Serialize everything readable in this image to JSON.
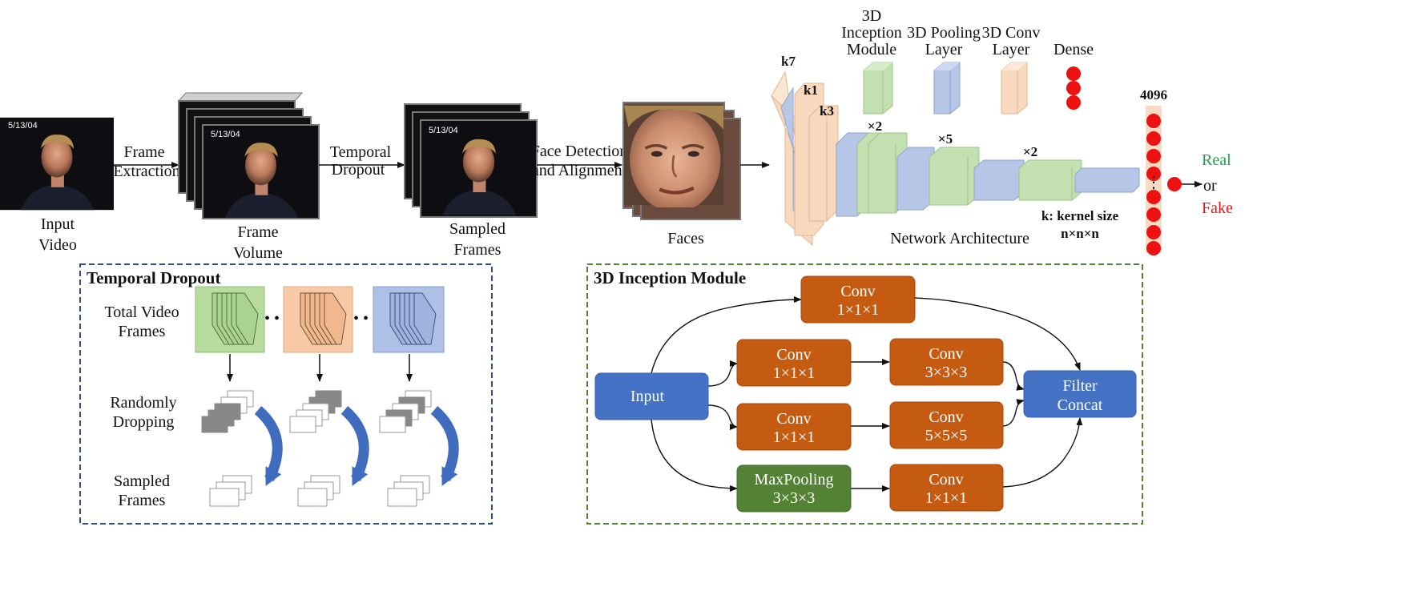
{
  "pipeline": {
    "input_video": [
      "Input",
      "Video"
    ],
    "frame_extraction": [
      "Frame",
      "Extraction"
    ],
    "frame_volume": [
      "Frame",
      "Volume"
    ],
    "temporal_dropout_step": [
      "Temporal",
      "Dropout"
    ],
    "sampled_frames": [
      "Sampled",
      "Frames"
    ],
    "face_detection": [
      "Face Detection",
      "and Alignment"
    ],
    "faces": "Faces",
    "timestamp": "5/13/04"
  },
  "network": {
    "title": "Network Architecture",
    "legend": {
      "inception": [
        "3D",
        "Inception",
        "Module"
      ],
      "pooling": [
        "3D Pooling",
        "Layer"
      ],
      "conv": [
        "3D Conv",
        "Layer"
      ],
      "dense": "Dense"
    },
    "kernels": [
      "k7",
      "k1",
      "k3"
    ],
    "repeats": [
      "×2",
      "×5",
      "×2"
    ],
    "kernel_note": [
      "k: kernel size",
      "n×n×n"
    ],
    "dense_size": "4096",
    "dense_ellipsis": "⋮",
    "output": {
      "real": "Real",
      "or": "or",
      "fake": "Fake"
    },
    "colors": {
      "conv": "#f8d9bd",
      "pool": "#b5c6e6",
      "inception": "#c3e0b0",
      "dense": "#ee1111",
      "real": "#1aa34a",
      "fake": "#ee1111"
    }
  },
  "temporal_dropout": {
    "title": "Temporal Dropout",
    "rows": [
      [
        "Total Video",
        "Frames"
      ],
      [
        "Randomly",
        "Dropping"
      ],
      [
        "Sampled",
        "Frames"
      ]
    ],
    "dots": "• • •",
    "colors": {
      "green": "#b8dba0",
      "orange": "#f7c9a6",
      "blue": "#aec0e6",
      "border": "#2f4f8f"
    }
  },
  "inception_module": {
    "title": "3D Inception Module",
    "input": "Input",
    "concat": [
      "Filter",
      "Concat"
    ],
    "boxes": [
      {
        "id": "top",
        "lines": [
          "Conv",
          "1×1×1"
        ]
      },
      {
        "id": "b1a",
        "lines": [
          "Conv",
          "1×1×1"
        ]
      },
      {
        "id": "b1b",
        "lines": [
          "Conv",
          "3×3×3"
        ]
      },
      {
        "id": "b2a",
        "lines": [
          "Conv",
          "1×1×1"
        ]
      },
      {
        "id": "b2b",
        "lines": [
          "Conv",
          "5×5×5"
        ]
      },
      {
        "id": "pool",
        "lines": [
          "MaxPooling",
          "3×3×3"
        ]
      },
      {
        "id": "b3b",
        "lines": [
          "Conv",
          "1×1×1"
        ]
      }
    ],
    "colors": {
      "conv": "#c55a11",
      "pool": "#548235",
      "io": "#4472c4",
      "border": "#548235"
    }
  }
}
